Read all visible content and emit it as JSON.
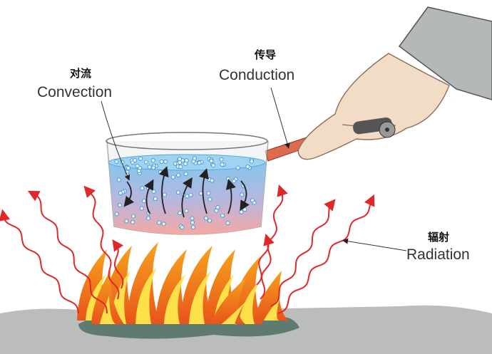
{
  "labels": {
    "convection": {
      "zh": "对流",
      "en": "Convection"
    },
    "conduction": {
      "zh": "传导",
      "en": "Conduction"
    },
    "radiation": {
      "zh": "辐射",
      "en": "Radiation"
    }
  },
  "colors": {
    "radiation_wave": "#e0282a",
    "water_top": "#8cc8ee",
    "water_bottom": "#f2a9a6",
    "flame_outer": "#f39019",
    "flame_inner": "#fde04a",
    "ground": "#b9bbb8",
    "pot_handle": "#e06a4e"
  }
}
